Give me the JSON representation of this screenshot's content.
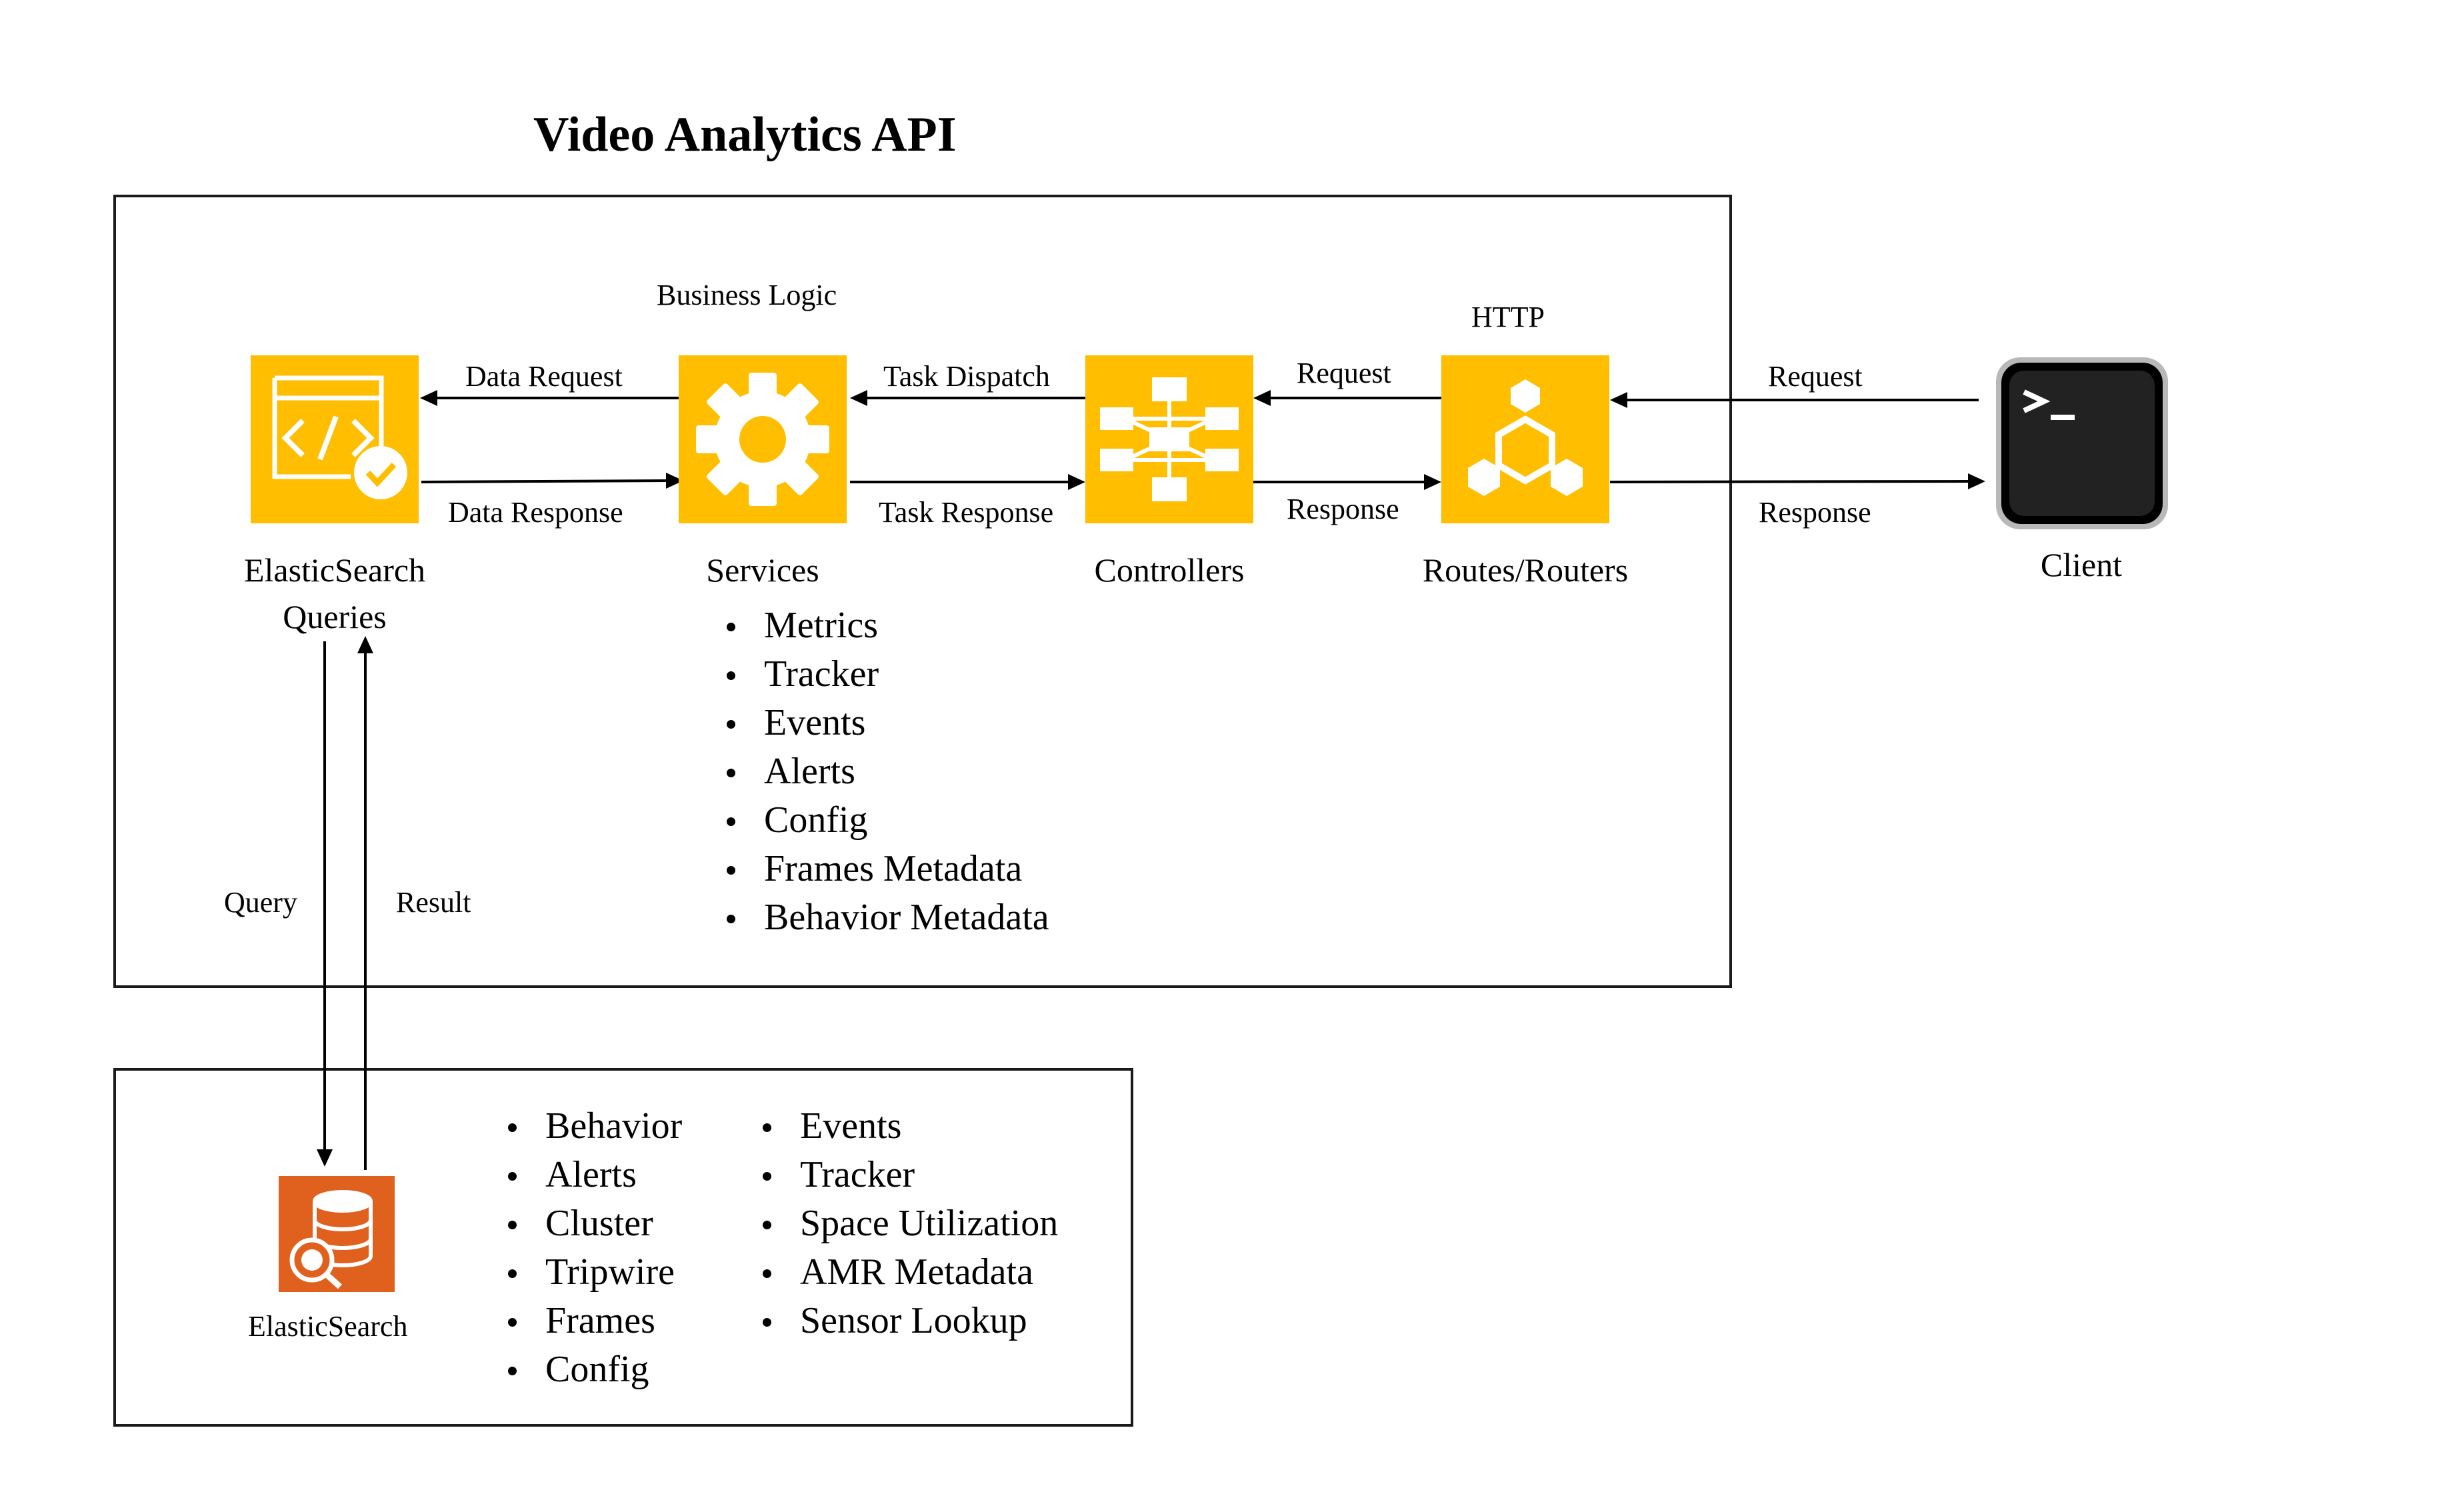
{
  "title": "Video Analytics API",
  "colors": {
    "component_fill": "#FFBE00",
    "database_fill": "#E0601E",
    "client_fill": "#111111"
  },
  "nodes": {
    "es_queries": {
      "label_line1": "ElasticSearch",
      "label_line2": "Queries",
      "icon": "code-check-icon"
    },
    "services": {
      "label": "Services",
      "caption": "Business Logic",
      "icon": "gear-icon"
    },
    "controllers": {
      "label": "Controllers",
      "icon": "network-hub-icon"
    },
    "routers": {
      "label": "Routes/Routers",
      "caption": "HTTP",
      "icon": "cubes-icon"
    },
    "client": {
      "label": "Client",
      "icon": "terminal-icon"
    },
    "elasticsearch": {
      "label": "ElasticSearch",
      "icon": "database-search-icon"
    }
  },
  "edges": {
    "data_request": "Data Request",
    "data_response": "Data Response",
    "task_dispatch": "Task Dispatch",
    "task_response": "Task Response",
    "ctrl_request": "Request",
    "ctrl_response": "Response",
    "client_request": "Request",
    "client_response": "Response",
    "query": "Query",
    "result": "Result"
  },
  "services_list": [
    "Metrics",
    "Tracker",
    "Events",
    "Alerts",
    "Config",
    "Frames Metadata",
    "Behavior Metadata"
  ],
  "es_list_left": [
    "Behavior",
    "Alerts",
    "Cluster",
    "Tripwire",
    "Frames",
    "Config"
  ],
  "es_list_right": [
    "Events",
    "Tracker",
    "Space Utilization",
    "AMR Metadata",
    "Sensor Lookup"
  ]
}
